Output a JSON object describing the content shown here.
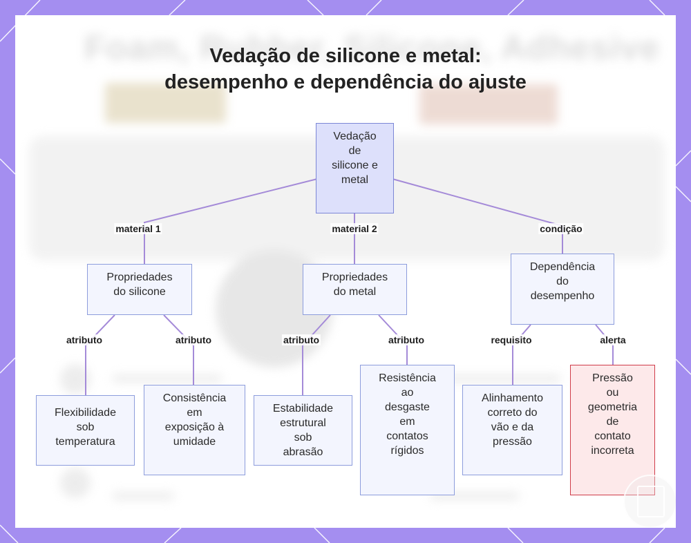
{
  "diagram": {
    "title_lines": [
      "Vedação de silicone e metal:",
      "desempenho e dependência do ajuste"
    ],
    "nodes": [
      {
        "id": "root",
        "text": "Vedação\nde\nsilicone e\nmetal",
        "variant": "root"
      },
      {
        "id": "silicone",
        "text": "Propriedades\ndo silicone",
        "variant": "normal"
      },
      {
        "id": "metal",
        "text": "Propriedades\ndo metal",
        "variant": "normal"
      },
      {
        "id": "dependencia",
        "text": "Dependência\ndo\ndesempenho",
        "variant": "normal"
      },
      {
        "id": "flex",
        "text": "Flexibilidade\nsob\ntemperatura",
        "variant": "normal"
      },
      {
        "id": "consist",
        "text": "Consistência\nem\nexposição à\numidade",
        "variant": "normal"
      },
      {
        "id": "estab",
        "text": "Estabilidade\nestrutural\nsob\nabrasão",
        "variant": "normal"
      },
      {
        "id": "resist",
        "text": "Resistência\nao\ndesgaste\nem\ncontatos\nrígidos",
        "variant": "normal"
      },
      {
        "id": "alinh",
        "text": "Alinhamento\ncorreto do\nvão e da\npressão",
        "variant": "normal"
      },
      {
        "id": "pressao",
        "text": "Pressão\nou\ngeometria\nde\ncontato\nincorreta",
        "variant": "alert"
      }
    ],
    "edges": [
      {
        "from": "root",
        "to": "silicone",
        "label": "material 1"
      },
      {
        "from": "root",
        "to": "metal",
        "label": "material 2"
      },
      {
        "from": "root",
        "to": "dependencia",
        "label": "condição"
      },
      {
        "from": "silicone",
        "to": "flex",
        "label": "atributo"
      },
      {
        "from": "silicone",
        "to": "consist",
        "label": "atributo"
      },
      {
        "from": "metal",
        "to": "estab",
        "label": "atributo"
      },
      {
        "from": "metal",
        "to": "resist",
        "label": "atributo"
      },
      {
        "from": "dependencia",
        "to": "alinh",
        "label": "requisito"
      },
      {
        "from": "dependencia",
        "to": "pressao",
        "label": "alerta"
      }
    ]
  },
  "colors": {
    "frame": "#a48ef0",
    "node_fill": "#f3f5fe",
    "node_border": "#8c9cdc",
    "root_fill": "#dde0fb",
    "alert_fill": "#fde9ea",
    "alert_border": "#cf3a48",
    "connector": "#a48ad8"
  }
}
